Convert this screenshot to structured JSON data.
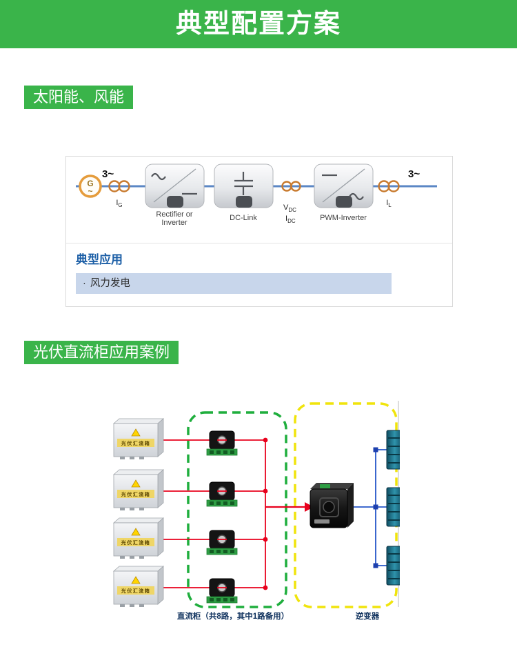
{
  "page": {
    "title": "典型配置方案"
  },
  "solar_wind": {
    "badge": "太阳能、风能",
    "chain": {
      "left_phase": "3~",
      "right_phase": "3~",
      "generator_letter": "G",
      "generator_tilde": "~",
      "ig": {
        "main": "I",
        "sub": "G"
      },
      "rectifier_line1": "Rectifier or",
      "rectifier_line2": "Inverter",
      "dclink": "DC-Link",
      "vdc": {
        "main": "V",
        "sub": "DC"
      },
      "idc": {
        "main": "I",
        "sub": "DC"
      },
      "pwm": "PWM-Inverter",
      "il": {
        "main": "I",
        "sub": "L"
      }
    },
    "apps": {
      "heading": "典型应用",
      "bullet": "·",
      "item": "风力发电"
    }
  },
  "pv_case": {
    "badge": "光伏直流柜应用案例",
    "combiner_label": "光伏汇流箱",
    "dc_cabinet_caption": "直流柜（共8路，其中1路备用）",
    "inverter_caption": "逆变器"
  }
}
